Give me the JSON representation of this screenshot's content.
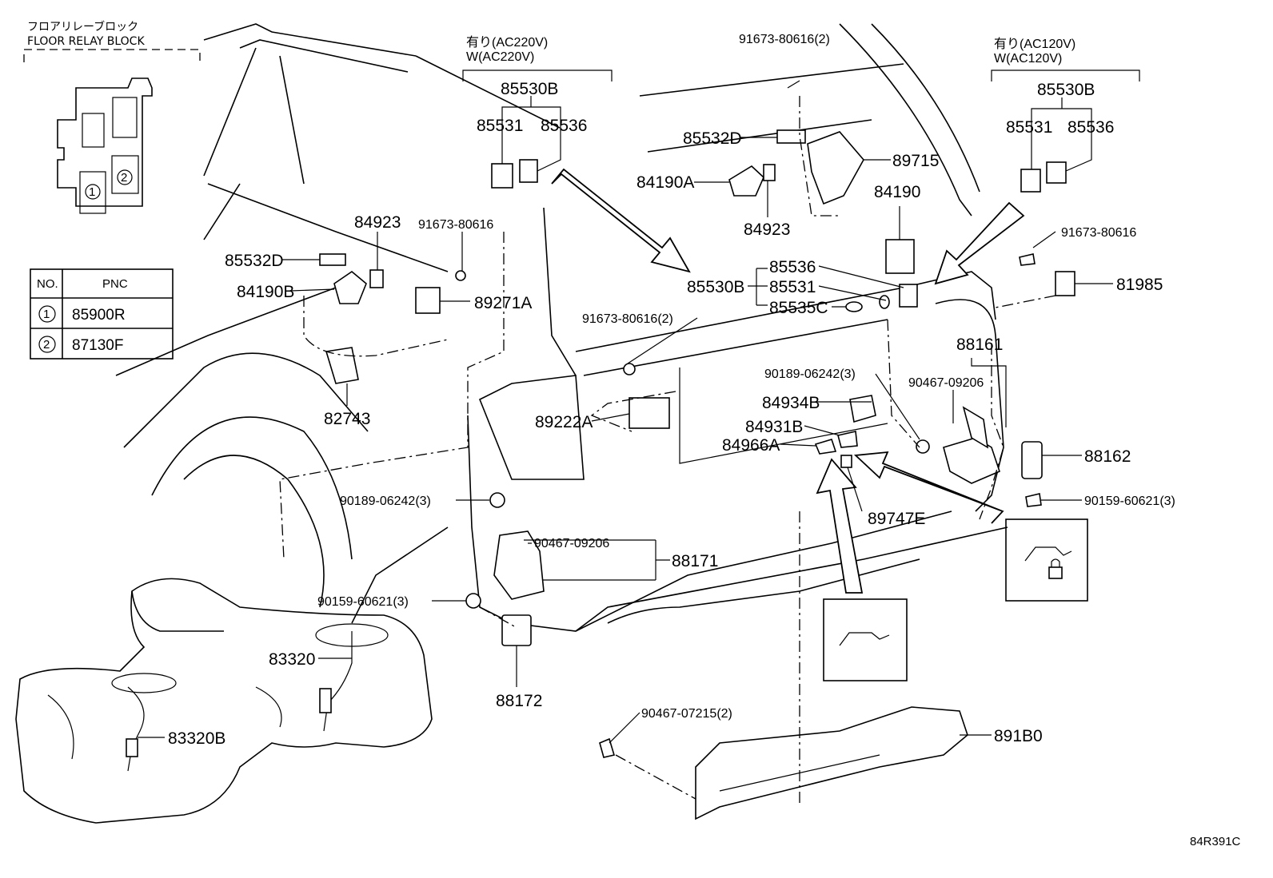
{
  "relay_block": {
    "title_jp": "フロアリレーブロック",
    "title_en": "FLOOR RELAY BLOCK",
    "slot1": "1",
    "slot2": "2"
  },
  "pnc_table": {
    "col_no": "NO.",
    "col_pnc": "PNC",
    "rows": [
      {
        "no": "1",
        "pnc": "85900R"
      },
      {
        "no": "2",
        "pnc": "87130F"
      }
    ]
  },
  "variant_left": {
    "line1": "有り(AC220V)",
    "line2": "W(AC220V)"
  },
  "variant_right": {
    "line1": "有り(AC120V)",
    "line2": "W(AC120V)"
  },
  "parts": {
    "p85530B_l": "85530B",
    "p85531_l": "85531",
    "p85536_l": "85536",
    "p85530B_r": "85530B",
    "p85531_r": "85531",
    "p85536_r": "85536",
    "p91673_2_top": "91673-80616(2)",
    "p85532D_top": "85532D",
    "p89715": "89715",
    "p84190A": "84190A",
    "p84923_top": "84923",
    "p84190": "84190",
    "p84923_l": "84923",
    "p91673_mid": "91673-80616",
    "p85532D_l": "85532D",
    "p84190B": "84190B",
    "p89271A": "89271A",
    "p82743": "82743",
    "p85536_c": "85536",
    "p85530B_c": "85530B",
    "p85531_c": "85531",
    "p85535C": "85535C",
    "p91673_2_mid": "91673-80616(2)",
    "p91673_r": "91673-80616",
    "p81985": "81985",
    "p88161": "88161",
    "p90189_r": "90189-06242(3)",
    "p90467_r": "90467-09206",
    "p84934B": "84934B",
    "p84931B": "84931B",
    "p84966A": "84966A",
    "p89222A": "89222A",
    "p88162": "88162",
    "p90159_r": "90159-60621(3)",
    "p89747E": "89747E",
    "p90189_l": "90189-06242(3)",
    "p90467_l": "90467-09206",
    "p88171": "88171",
    "p90159_l": "90159-60621(3)",
    "p88172": "88172",
    "p83320": "83320",
    "p83320B": "83320B",
    "p90467_07215": "90467-07215(2)",
    "p891B0": "891B0"
  },
  "diagram_ref": "84R391C"
}
